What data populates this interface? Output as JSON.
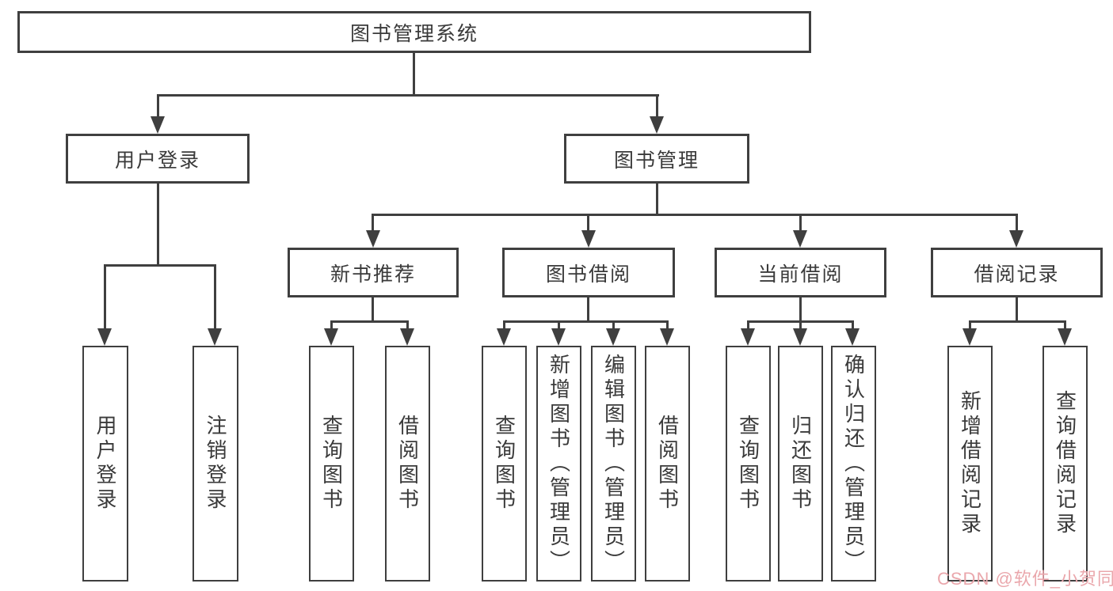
{
  "diagram": {
    "root": {
      "label": "图书管理系统"
    },
    "level2": [
      {
        "label": "用户登录"
      },
      {
        "label": "图书管理"
      }
    ],
    "level3": [
      {
        "label": "新书推荐"
      },
      {
        "label": "图书借阅"
      },
      {
        "label": "当前借阅"
      },
      {
        "label": "借阅记录"
      }
    ],
    "leaves": {
      "user_login": [
        {
          "label": "用户登录"
        },
        {
          "label": "注销登录"
        }
      ],
      "new_books": [
        {
          "label": "查询图书"
        },
        {
          "label": "借阅图书"
        }
      ],
      "book_borrow": [
        {
          "label": "查询图书"
        },
        {
          "label": "新增图书（管理员）"
        },
        {
          "label": "编辑图书（管理员）"
        },
        {
          "label": "借阅图书"
        }
      ],
      "current_borrow": [
        {
          "label": "查询图书"
        },
        {
          "label": "归还图书"
        },
        {
          "label": "确认归还（管理员）"
        }
      ],
      "borrow_records": [
        {
          "label": "新增借阅记录"
        },
        {
          "label": "查询借阅记录"
        }
      ]
    }
  },
  "watermark": {
    "text": "CSDN @软件_小贺同学",
    "color": "#eaa7ac"
  },
  "colors": {
    "line": "#3f3f3f",
    "text": "#3a3a3a",
    "background": "#ffffff"
  }
}
